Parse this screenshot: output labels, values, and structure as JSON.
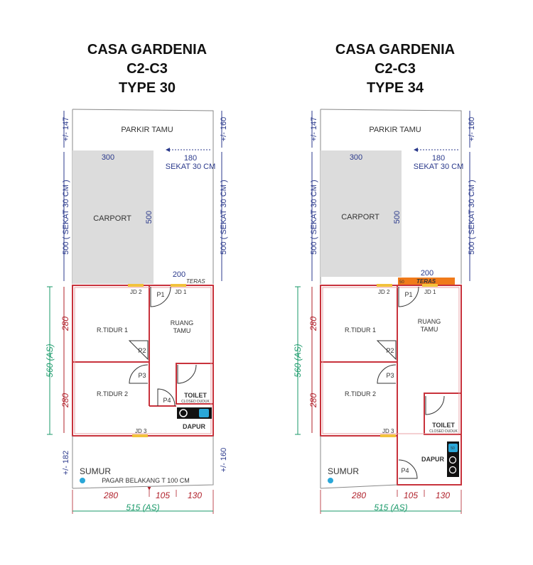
{
  "plans": [
    {
      "title": [
        "CASA GARDENIA",
        "C2-C3",
        "TYPE 30"
      ],
      "parkir": "PARKIR TAMU",
      "carport": "CARPORT",
      "carport_width": "300",
      "carport_depth": "500",
      "sekat_len": "180",
      "sekat": "SEKAT 30 CM",
      "left_top": "+/- 147",
      "left_side": "500 ( SEKAT 30 CM )",
      "right_top": "+/- 160",
      "right_side": "500 ( SEKAT 30 CM )",
      "teras_len": "200",
      "teras": "TERAS",
      "jd1": "JD 1",
      "jd2": "JD 2",
      "jd3": "JD 3",
      "p1": "P1",
      "p2": "P2",
      "p3": "P3",
      "p4": "P4",
      "tidur1": "R.TIDUR 1",
      "tidur2": "R.TIDUR 2",
      "ruang": [
        "RUANG",
        "TAMU"
      ],
      "toilet": "TOILET",
      "closed": "CLOSED DUDUK",
      "dapur": "DAPUR",
      "h_top": "280",
      "h_bot": "280",
      "total_h": "560 (AS)",
      "sumur": "SUMUR",
      "pagar": "PAGAR BELAKANG T 100 CM",
      "back_left": "+/- 182",
      "back_right": "+/- 160",
      "w1": "280",
      "w2": "105",
      "w3": "130",
      "total_w": "515 (AS)"
    },
    {
      "title": [
        "CASA GARDENIA",
        "C2-C3",
        "TYPE 34"
      ],
      "parkir": "PARKIR TAMU",
      "carport": "CARPORT",
      "carport_width": "300",
      "carport_depth": "500",
      "sekat_len": "180",
      "sekat": "SEKAT 30 CM",
      "left_top": "+/- 147",
      "left_side": "500 ( SEKAT 30 CM )",
      "right_top": "+/- 160",
      "right_side": "500 ( SEKAT 30 CM )",
      "teras_len": "200",
      "teras": "TERAS",
      "teras_tag": "50",
      "jd1": "JD 1",
      "jd2": "JD 2",
      "jd3": "JD 3",
      "p1": "P1",
      "p2": "P2",
      "p3": "P3",
      "p4": "P4",
      "tidur1": "R.TIDUR 1",
      "tidur2": "R.TIDUR 2",
      "ruang": [
        "RUANG",
        "TAMU"
      ],
      "toilet": "TOILET",
      "closed": "CLOSED DUDUK",
      "dapur": "DAPUR",
      "stove_tag": "50",
      "h_top": "280",
      "h_bot": "280",
      "total_h": "560 (AS)",
      "sumur": "SUMUR",
      "w1": "280",
      "w2": "105",
      "w3": "130",
      "total_w": "515 (AS)"
    }
  ],
  "colors": {
    "wall": "#c8323c",
    "carport": "#dcdcdc",
    "teras": "#f07a1a",
    "well": "#2aa7d8",
    "dim_blue": "#2b3a8c",
    "dim_red": "#b0202a",
    "dim_green": "#1a9a6a"
  }
}
